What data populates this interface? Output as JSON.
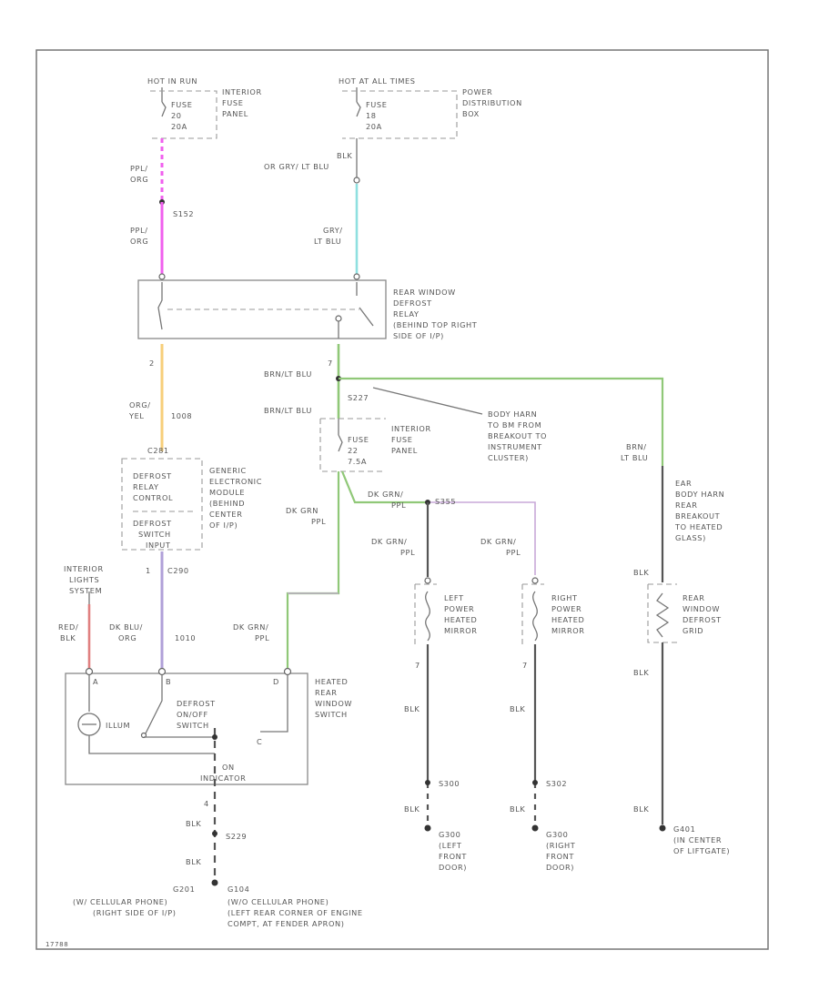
{
  "fuses": {
    "f1": {
      "top": "HOT IN RUN",
      "f": "FUSE",
      "n": "20",
      "a": "20A",
      "loc1": "INTERIOR",
      "loc2": "FUSE",
      "loc3": "PANEL"
    },
    "f2": {
      "top": "HOT AT ALL TIMES",
      "f": "FUSE",
      "n": "18",
      "a": "20A",
      "loc1": "POWER",
      "loc2": "DISTRIBUTION",
      "loc3": "BOX"
    },
    "f3": {
      "f": "FUSE",
      "n": "22",
      "a": "7.5A",
      "loc1": "INTERIOR",
      "loc2": "FUSE",
      "loc3": "PANEL"
    }
  },
  "wires": {
    "ppl_org_1": [
      "PPL/",
      "ORG"
    ],
    "s152": "S152",
    "ppl_org_2": [
      "PPL/",
      "ORG"
    ],
    "blk_top": [
      "BLK",
      "OR GRY/ LT BLU"
    ],
    "gry_ltblu": [
      "GRY/",
      "LT BLU"
    ],
    "pin2": "2",
    "org_yel": [
      "ORG/",
      "YEL"
    ],
    "w1008": "1008",
    "c281": "C281",
    "pin7": "7",
    "brnlt_blu_1": "BRN/LT BLU",
    "s227": "S227",
    "brnlt_blu_2": "BRN/LT BLU",
    "body_harn": [
      "BODY HARN",
      "TO BM FROM",
      "BREAKOUT TO",
      "INSTRUMENT",
      "CLUSTER)"
    ],
    "brn_ltblu": [
      "BRN/",
      "LT BLU"
    ],
    "ear": [
      "EAR",
      "BODY HARN",
      "REAR",
      "BREAKOUT",
      "TO HEATED",
      "GLASS)"
    ],
    "dkgrn_ppl_a": [
      "DK GRN",
      "PPL"
    ],
    "dkgrn_ppl_b": [
      "DK GRN/",
      "PPL"
    ],
    "s355": "S355",
    "dkgrn_ppl_c": [
      "DK GRN/",
      "PPL"
    ],
    "dkgrn_ppl_d": [
      "DK GRN/",
      "PPL"
    ],
    "c290": [
      "1",
      "C290"
    ],
    "int_lights": [
      "INTERIOR",
      "LIGHTS",
      "SYSTEM"
    ],
    "red_blk": [
      "RED/",
      "BLK"
    ],
    "dkblu_org": [
      "DK BLU/",
      "ORG"
    ],
    "w1010": "1010",
    "dkgrn_ppl_e": [
      "DK GRN/",
      "PPL"
    ],
    "blk_rear": "BLK",
    "blk_rear2": "BLK",
    "pin7b": "7",
    "pin7c": "7",
    "blk_l": "BLK",
    "blk_r": "BLK",
    "s300": "S300",
    "s302": "S302",
    "blk_l2": "BLK",
    "blk_r2": "BLK",
    "blk_far": "BLK",
    "pin4": "4",
    "blk_g1": "BLK",
    "s229": "S229",
    "blk_g2": "BLK"
  },
  "components": {
    "relay": [
      "REAR WINDOW",
      "DEFROST",
      "RELAY",
      "(BEHIND TOP RIGHT",
      "SIDE OF I/P)"
    ],
    "gem_left": [
      "DEFROST",
      "RELAY",
      "CONTROL",
      "DEFROST",
      "SWITCH",
      "INPUT"
    ],
    "gem_right": [
      "GENERIC",
      "ELECTRONIC",
      "MODULE",
      "(BEHIND",
      "CENTER",
      "OF I/P)"
    ],
    "left_mirror": [
      "LEFT",
      "POWER",
      "HEATED",
      "MIRROR"
    ],
    "right_mirror": [
      "RIGHT",
      "POWER",
      "HEATED",
      "MIRROR"
    ],
    "defrost_grid": [
      "REAR",
      "WINDOW",
      "DEFROST",
      "GRID"
    ],
    "switch_right": [
      "HEATED",
      "REAR",
      "WINDOW",
      "SWITCH"
    ],
    "illum": "ILLUM",
    "defrost_on": [
      "DEFROST",
      "ON/OFF",
      "SWITCH"
    ],
    "on_indicator": [
      "ON",
      "INDICATOR"
    ],
    "pin_a": "A",
    "pin_b": "B",
    "pin_c": "C",
    "pin_d": "D"
  },
  "grounds": {
    "g_left": [
      "G300",
      "(LEFT",
      "FRONT",
      "DOOR)"
    ],
    "g_right": [
      "G300",
      "(RIGHT",
      "FRONT",
      "DOOR)"
    ],
    "g_far": [
      "G401",
      "(IN CENTER",
      "OF LIFTGATE)"
    ],
    "g_bottom_l": [
      "G201",
      "(W/ CELLULAR PHONE)",
      "(RIGHT SIDE OF I/P)"
    ],
    "g_bottom_r": [
      "G104",
      "(W/O CELLULAR PHONE)",
      "(LEFT REAR CORNER OF ENGINE",
      "COMPT, AT FENDER APRON)"
    ]
  },
  "footer": "17788",
  "colors": {
    "pink": "#f060ee",
    "cyan": "#8fe0e0",
    "orange": "#f7cf7a",
    "green": "#90c878",
    "lavender": "#b0a0d8",
    "purple": "#c8a8d8",
    "red": "#e08080"
  }
}
